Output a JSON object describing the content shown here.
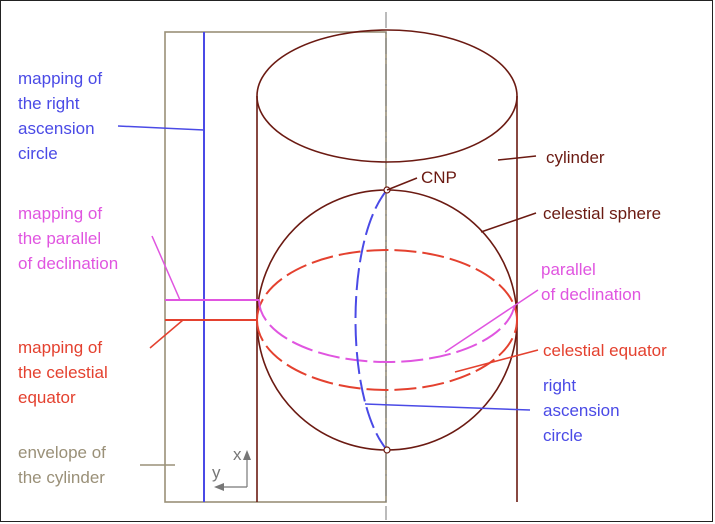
{
  "labels": {
    "mapping_ra": [
      "mapping of",
      "the right",
      "ascension",
      "circle"
    ],
    "mapping_parallel": [
      "mapping of",
      "the parallel",
      "of declination"
    ],
    "mapping_equator": [
      "mapping of",
      "the celestial",
      "equator"
    ],
    "envelope": [
      "envelope of",
      "the cylinder"
    ],
    "cylinder": "cylinder",
    "cnp": "CNP",
    "celestial_sphere": "celestial sphere",
    "parallel": [
      "parallel",
      "of declination"
    ],
    "celestial_equator": "celestial equator",
    "right_ascension": [
      "right",
      "ascension",
      "circle"
    ],
    "axis_x": "x",
    "axis_y": "y"
  },
  "colors": {
    "brown": "#6b1a12",
    "blue": "#4a4ae6",
    "magenta": "#e055e0",
    "red": "#e4412f",
    "tan": "#9a9078",
    "axis": "#777777"
  }
}
